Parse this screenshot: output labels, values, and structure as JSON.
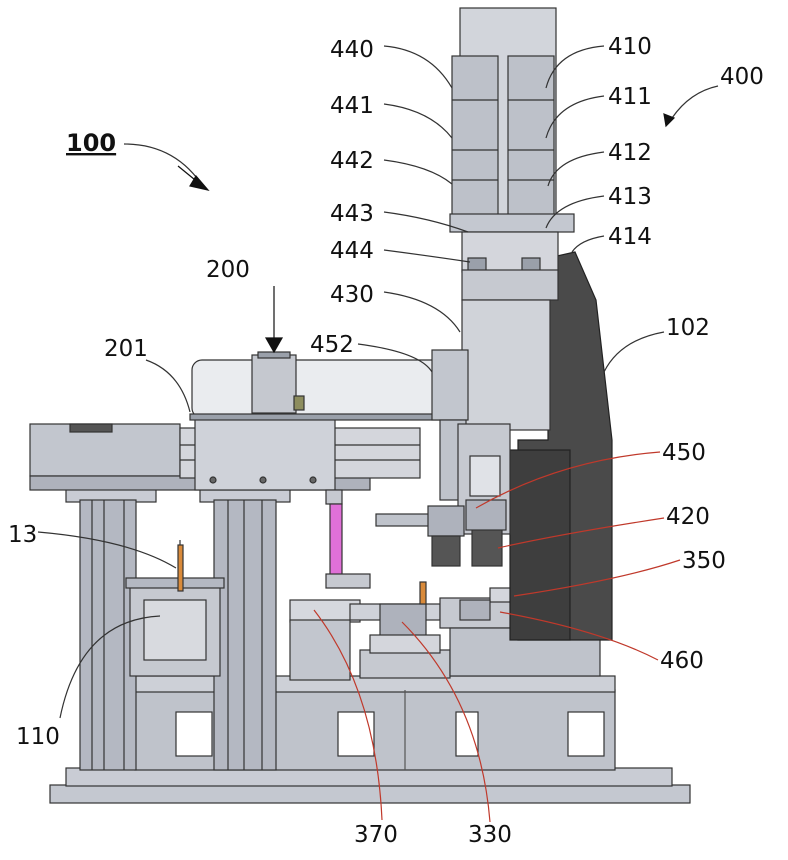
{
  "figure": {
    "title_ref": "100",
    "refs": {
      "r440": "440",
      "r441": "441",
      "r442": "442",
      "r443": "443",
      "r444": "444",
      "r410": "410",
      "r411": "411",
      "r412": "412",
      "r413": "413",
      "r414": "414",
      "r400": "400",
      "r430": "430",
      "r200": "200",
      "r452": "452",
      "r201": "201",
      "r102": "102",
      "r450": "450",
      "r420": "420",
      "r13": "13",
      "r350": "350",
      "r460": "460",
      "r110": "110",
      "r370": "370",
      "r330": "330"
    },
    "colors": {
      "frame": "#b9bdc7",
      "frame_dark": "#8e939e",
      "column_dark": "#4a4a4a",
      "magenta": "#e070d8",
      "orange": "#d98a3a",
      "leader_red": "#c0392b"
    }
  }
}
